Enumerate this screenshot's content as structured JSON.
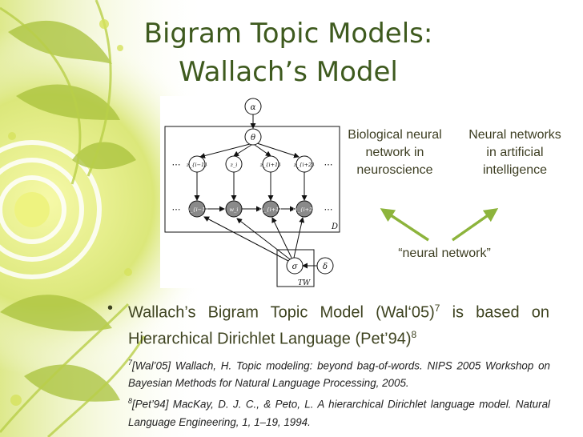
{
  "slide": {
    "title_line1": "Bigram Topic Models:",
    "title_line2": "Wallach’s Model",
    "graph_labels": {
      "alpha": "α",
      "theta": "θ",
      "z_prev": "z_{i−1}",
      "z_i": "z_i",
      "z_next1": "z_{i+1}",
      "z_next2": "z_{i+2}",
      "w_prev": "w_{i−1}",
      "w_i": "w_i",
      "w_next1": "w_{i+1}",
      "w_next2": "w_{i+2}",
      "sigma": "σ",
      "delta": "δ",
      "plate_D": "D",
      "plate_TW": "TW",
      "ellipsis": "⋯"
    },
    "bio_label": "Biological neural network in neuroscience",
    "ai_label": "Neural networks in artificial intelligence",
    "quote": "“neural network”",
    "bullet_text": "Wallach’s Bigram Topic Model (Wal‘05)",
    "bullet_sup1": "7",
    "bullet_text2": " is based on Hierarchical Dirichlet Language (Pet’94)",
    "bullet_sup2": "8",
    "ref1_sup": "7",
    "ref1": "[Wal’05] Wallach, H. Topic modeling: beyond bag-of-words. NIPS 2005 Workshop on Bayesian Methods for Natural Language Processing, 2005.",
    "ref2_sup": "8",
    "ref2": "[Pet’94] MacKay, D. J. C., & Peto, L. A hierarchical Dirichlet language model. Natural Language Engineering, 1, 1–19, 1994."
  },
  "colors": {
    "title": "#3e5a1e",
    "arrow": "#8db43c",
    "decor": "#c9d94a"
  }
}
